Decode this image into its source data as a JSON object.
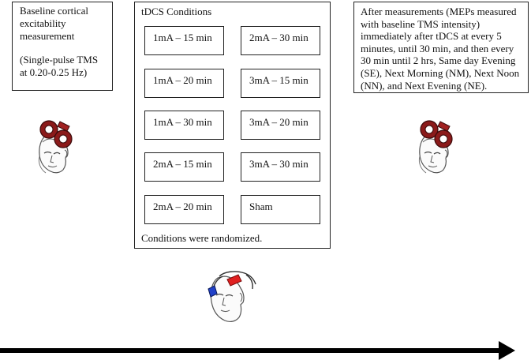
{
  "baseline": {
    "title": "Baseline cortical excitability measurement",
    "note": "(Single-pulse TMS at 0.20-0.25 Hz)"
  },
  "tdcs": {
    "title": "tDCS Conditions",
    "conditions": [
      "1mA – 15 min",
      "2mA – 30 min",
      "1mA – 20 min",
      "3mA – 15 min",
      "1mA – 30 min",
      "3mA – 20 min",
      "2mA – 15 min",
      "3mA – 30 min",
      "2mA – 20 min",
      "Sham"
    ],
    "footer": "Conditions were randomized."
  },
  "after": {
    "text": "After measurements (MEPs measured with baseline TMS intensity) immediately after tDCS at every 5 minutes, until 30 min, and then every 30 min until 2 hrs, Same day Evening (SE), Next Morning (NM), Next Noon (NN), and Next Evening (NE)."
  },
  "icons": {
    "tms_coil": "tms-coil-head-icon",
    "tdcs_electrodes": "tdcs-electrode-head-icon",
    "timeline": "timeline-arrow"
  },
  "colors": {
    "coil": "#8b1a1a",
    "anode": "#e02020",
    "cathode": "#2040c8",
    "arrow": "#000000"
  }
}
